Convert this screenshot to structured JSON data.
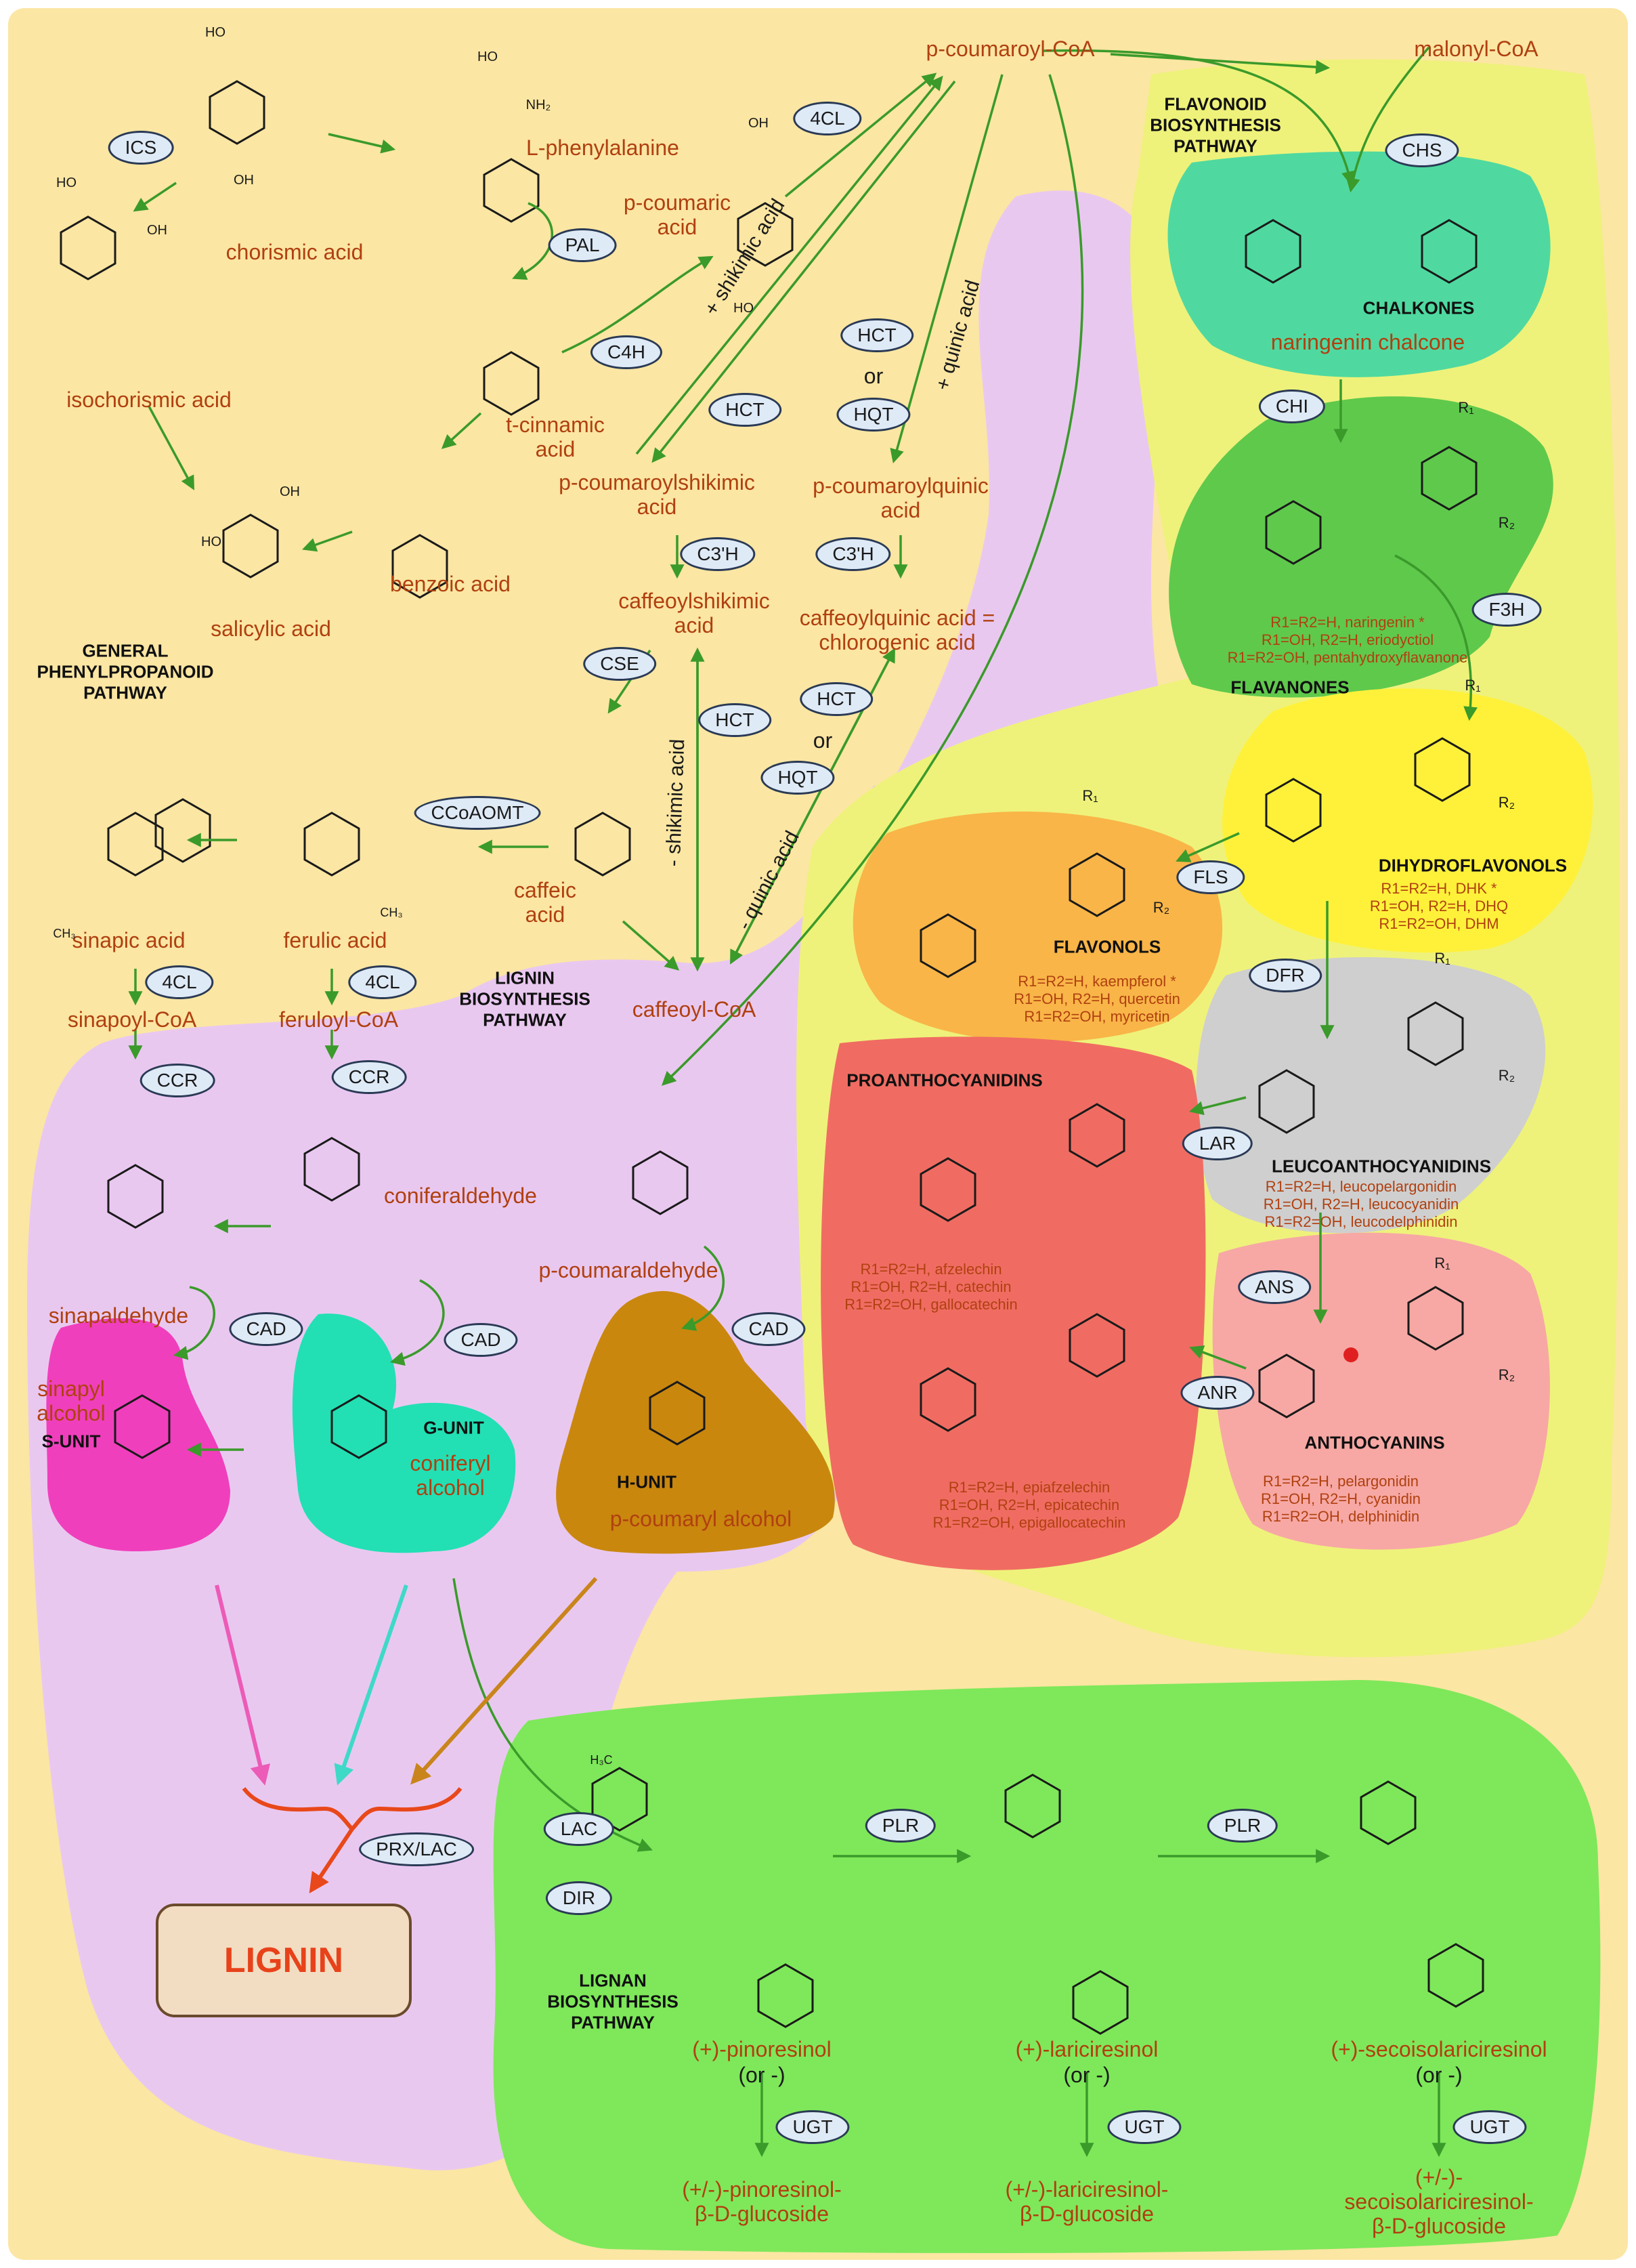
{
  "compounds": {
    "chorismic_acid": "chorismic acid",
    "isochorismic_acid": "isochorismic acid",
    "l_phenylalanine": "L-phenylalanine",
    "t_cinnamic_acid": "t-cinnamic\nacid",
    "benzoic_acid": "benzoic acid",
    "salicylic_acid": "salicylic acid",
    "p_coumaric_acid": "p-coumaric\nacid",
    "p_coumaroyl_coa": "p-coumaroyl-CoA",
    "malonyl_coa": "malonyl-CoA",
    "p_coumaroylshikimic_acid": "p-coumaroylshikimic\nacid",
    "p_coumaroylquinic_acid": "p-coumaroylquinic\nacid",
    "caffeoylshikimic_acid": "caffeoylshikimic\nacid",
    "caffeoylquinic_acid": "caffeoylquinic acid =\nchlorogenic acid",
    "caffeic_acid": "caffeic\nacid",
    "caffeoyl_coa": "caffeoyl-CoA",
    "ferulic_acid": "ferulic acid",
    "sinapic_acid": "sinapic acid",
    "feruloyl_coa": "feruloyl-CoA",
    "sinapoyl_coa": "sinapoyl-CoA",
    "coniferaldehyde": "coniferaldehyde",
    "sinapaldehyde": "sinapaldehyde",
    "p_coumaraldehyde": "p-coumaraldehyde",
    "sinapyl_alcohol": "sinapyl\nalcohol",
    "coniferyl_alcohol": "coniferyl\nalcohol",
    "p_coumaryl_alcohol": "p-coumaryl alcohol",
    "naringenin_chalcone": "naringenin chalcone",
    "pinoresinol": "(+)-pinoresinol",
    "lariciresinol": "(+)-lariciresinol",
    "secoisolariciresinol": "(+)-secoisolariciresinol",
    "or_minus": "(or -)",
    "pinoresinol_glucoside": "(+/-)-pinoresinol-\nβ-D-glucoside",
    "lariciresinol_glucoside": "(+/-)-lariciresinol-\nβ-D-glucoside",
    "secoisolariciresinol_glucoside": "(+/-)-secoisolariciresinol-\nβ-D-glucoside",
    "lignin": "LIGNIN"
  },
  "sections": {
    "general": "GENERAL\nPHENYLPROPANOID\nPATHWAY",
    "flavonoid": "FLAVONOID\nBIOSYNTHESIS\nPATHWAY",
    "lignin": "LIGNIN\nBIOSYNTHESIS\nPATHWAY",
    "lignan": "LIGNAN\nBIOSYNTHESIS\nPATHWAY",
    "chalkones": "CHALKONES",
    "flavanones": "FLAVANONES",
    "dihydroflavonols": "DIHYDROFLAVONOLS",
    "flavonols": "FLAVONOLS",
    "leucoanthocyanidins": "LEUCOANTHOCYANIDINS",
    "proanthocyanidins": "PROANTHOCYANIDINS",
    "anthocyanins": "ANTHOCYANINS",
    "s_unit": "S-UNIT",
    "g_unit": "G-UNIT",
    "h_unit": "H-UNIT"
  },
  "substituents": {
    "flavanones": "R1=R2=H, naringenin *\nR1=OH, R2=H, eriodyctiol\nR1=R2=OH, pentahydroxyflavanone",
    "dihydroflavonols": "R1=R2=H, DHK *\nR1=OH, R2=H, DHQ\nR1=R2=OH, DHM",
    "flavonols": "R1=R2=H, kaempferol *\nR1=OH, R2=H, quercetin\nR1=R2=OH, myricetin",
    "leucoanthocyanidins": "R1=R2=H, leucopelargonidin\nR1=OH, R2=H, leucocyanidin\nR1=R2=OH, leucodelphinidin",
    "proanthocyanidins_a": "R1=R2=H, afzelechin\nR1=OH, R2=H, catechin\nR1=R2=OH, gallocatechin",
    "proanthocyanidins_b": "R1=R2=H, epiafzelechin\nR1=OH, R2=H, epicatechin\nR1=R2=OH, epigallocatechin",
    "anthocyanins": "R1=R2=H, pelargonidin\nR1=OH, R2=H, cyanidin\nR1=R2=OH, delphinidin"
  },
  "enzymes": {
    "ics": "ICS",
    "pal": "PAL",
    "c4h": "C4H",
    "cl4_top": "4CL",
    "chs": "CHS",
    "hct_1": "HCT",
    "hct_2": "HCT",
    "hct_3": "HCT",
    "hct_4": "HCT",
    "hqt_1": "HQT",
    "hqt_2": "HQT",
    "or_1": "or",
    "or_2": "or",
    "c3h_1": "C3'H",
    "c3h_2": "C3'H",
    "cse": "CSE",
    "ccoaomt": "CCoAOMT",
    "cl4_fer": "4CL",
    "cl4_sin": "4CL",
    "ccr_1": "CCR",
    "ccr_2": "CCR",
    "cad_1": "CAD",
    "cad_2": "CAD",
    "cad_3": "CAD",
    "prx_lac": "PRX/LAC",
    "chi": "CHI",
    "f3h": "F3H",
    "fls": "FLS",
    "dfr": "DFR",
    "lar": "LAR",
    "ans": "ANS",
    "anr": "ANR",
    "lac": "LAC",
    "dir": "DIR",
    "plr_1": "PLR",
    "plr_2": "PLR",
    "ugt_1": "UGT",
    "ugt_2": "UGT",
    "ugt_3": "UGT"
  },
  "edge_labels": {
    "plus_shikimic": "+ shikimic acid",
    "plus_quinic": "+ quinic acid",
    "minus_shikimic": "- shikimic acid",
    "minus_quinic": "- quinic acid"
  },
  "atom_labels": {
    "oh": "OH",
    "ho": "HO",
    "nh2": "NH₂",
    "r1": "R₁",
    "r2": "R₂",
    "ch3": "CH₃",
    "h3c": "H₃C"
  },
  "colors": {
    "background": "#fbe6a3",
    "lignin_region": "#e9c8f0",
    "flavonoid_region": "#eef27a",
    "lignan_region": "#7ee85a",
    "chalkones": "#4fd9a0",
    "flavanones": "#5fc94c",
    "dihydroflavonols": "#fff13a",
    "flavonols": "#f9b548",
    "leucoanthocyanidins": "#cfcfcf",
    "proanthocyanidins": "#f06c62",
    "anthocyanins": "#f7a8a4",
    "s_unit": "#f03fbc",
    "g_unit": "#22e0b4",
    "h_unit": "#c9870e",
    "arrow": "#3a9a2a",
    "label_text": "#b04010",
    "lignin_text": "#e8421a"
  }
}
